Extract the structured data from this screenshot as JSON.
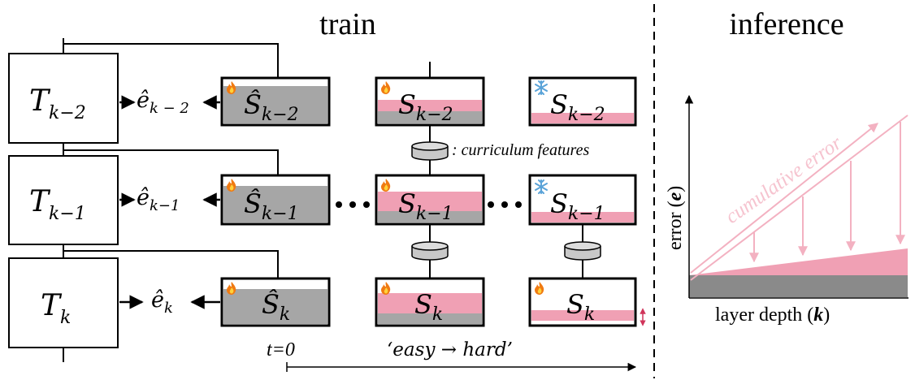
{
  "headings": {
    "train": "train",
    "inference": "inference"
  },
  "teachers": [
    {
      "base": "T",
      "sub": "k−2"
    },
    {
      "base": "T",
      "sub": "k−1"
    },
    {
      "base": "T",
      "sub": "k"
    }
  ],
  "errors": [
    {
      "base": "ê",
      "sub": "k − 2"
    },
    {
      "base": "ê",
      "sub": "k−1"
    },
    {
      "base": "ê",
      "sub": "k"
    }
  ],
  "student_hat": [
    {
      "base": "Ŝ",
      "sub": "k−2"
    },
    {
      "base": "Ŝ",
      "sub": "k−1"
    },
    {
      "base": "Ŝ",
      "sub": "k"
    }
  ],
  "student_mid": [
    {
      "base": "S",
      "sub": "k−2"
    },
    {
      "base": "S",
      "sub": "k−1"
    },
    {
      "base": "S",
      "sub": "k"
    }
  ],
  "student_right": [
    {
      "base": "S",
      "sub": "k−2"
    },
    {
      "base": "S",
      "sub": "k−1"
    },
    {
      "base": "S",
      "sub": "k"
    }
  ],
  "legend": {
    "curriculum": ": curriculum features"
  },
  "timeline": {
    "start": "t=0",
    "order": "‘easy → hard’"
  },
  "plot": {
    "ylabel_text": "error (",
    "ylabel_var": "e",
    "ylabel_close": ")",
    "xlabel_text": "layer depth (",
    "xlabel_var": "k",
    "xlabel_close": ")",
    "annotation": "cumulative error"
  },
  "colors": {
    "pink": "#f0a0b4",
    "gray": "#a6a6a6",
    "dark_gray": "#8a8a8a",
    "light_pink": "#f6c3cf"
  },
  "icons": {
    "trainable": "flame-icon",
    "frozen": "snowflake-icon",
    "feature": "cylinder-icon"
  }
}
